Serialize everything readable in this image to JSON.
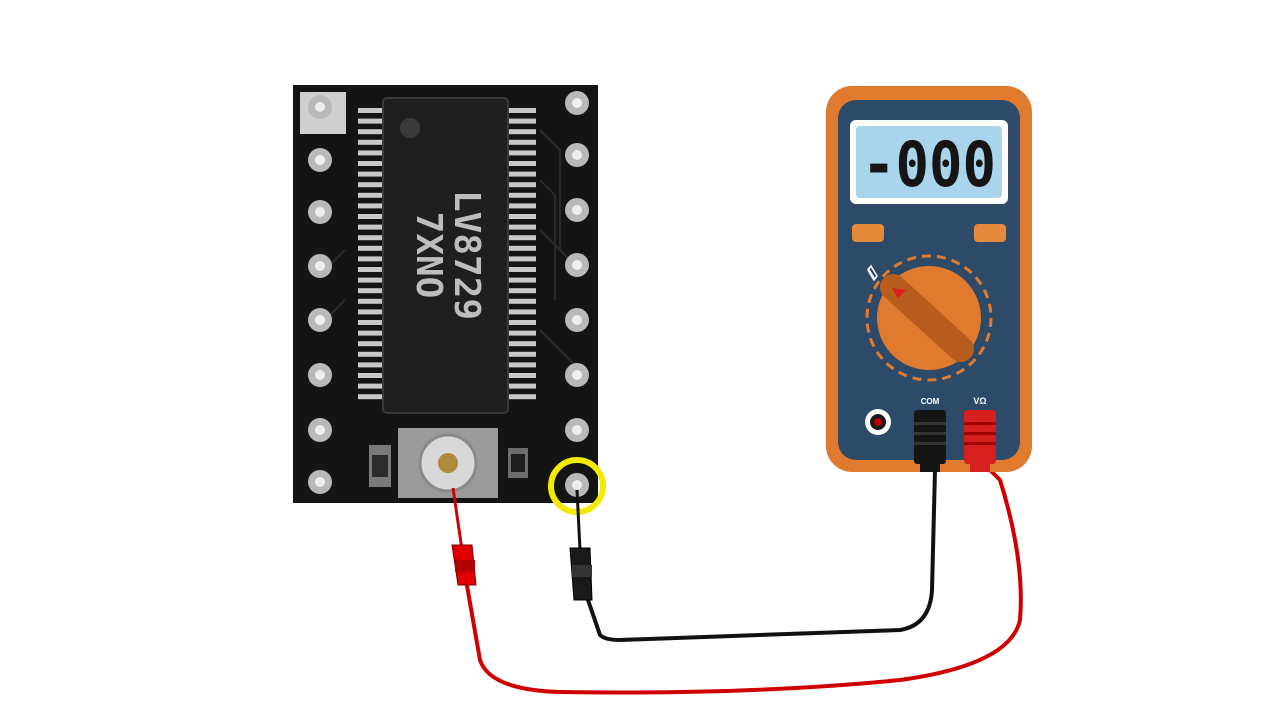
{
  "chip": {
    "line1": "LV8729",
    "line2": "7XNO"
  },
  "multimeter": {
    "display": "-000",
    "com_label": "COM",
    "vohm_label": "VΩ",
    "body_color": "#e07a2e",
    "face_color": "#2d4a68",
    "lcd_color": "#a9d4ec"
  },
  "highlight": {
    "color": "#f2ea00"
  },
  "leads": {
    "positive_color": "#d10000",
    "negative_color": "#111111"
  }
}
